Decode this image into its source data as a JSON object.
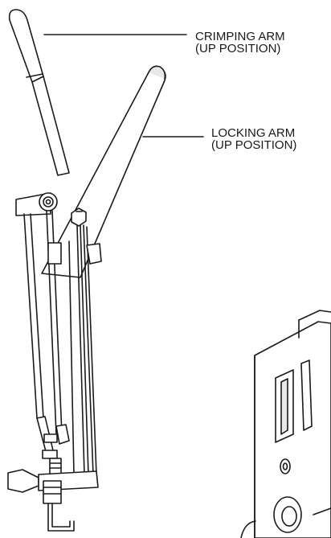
{
  "labels": {
    "crimping_arm": {
      "line1": "CRIMPING ARM",
      "line2": "(UP POSITION)"
    },
    "locking_arm": {
      "line1": "LOCKING ARM",
      "line2": "(UP POSITION)"
    }
  },
  "colors": {
    "stroke": "#1a1a1a",
    "fill": "#ffffff",
    "shade": "#e8e8e8"
  }
}
